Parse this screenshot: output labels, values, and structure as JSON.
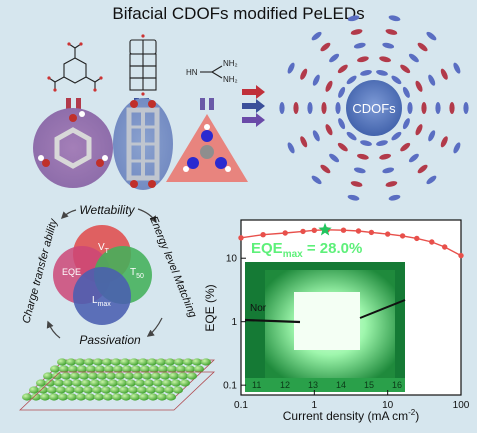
{
  "title": "Bifacial CDOFs modified PeLEDs",
  "molecules": {
    "amine_labels": [
      "HN",
      "NH₂",
      "NH₂"
    ]
  },
  "hub_label": "CDOFs",
  "venn": {
    "center_items": [
      "V",
      "T",
      "EQE",
      "L"
    ],
    "v_sub": "T",
    "t_sub": "50",
    "l_sub": "max",
    "ring": [
      "Wettability",
      "Energy level Matching",
      "Passivation",
      "Charge transfer ability"
    ]
  },
  "chart_data": {
    "type": "line",
    "xlabel": "Current density (mA cm",
    "xlabel_sup": "-2",
    "xlabel_end": ")",
    "ylabel": "EQE (%)",
    "xscale": "log",
    "yscale": "log",
    "xlim": [
      0.1,
      100
    ],
    "ylim": [
      0.07,
      40
    ],
    "x_ticks": [
      "0.1",
      "1",
      "10",
      "100"
    ],
    "y_ticks": [
      "0.1",
      "1",
      "10"
    ],
    "annotation_main": "EQE",
    "annotation_sub": "max",
    "annotation_value": " = 28.0%",
    "photo_ruler": [
      "11",
      "12",
      "13",
      "14",
      "15",
      "16"
    ],
    "photo_label": "Nor",
    "series": [
      {
        "x": [
          0.1,
          0.2,
          0.4,
          0.7,
          1.0,
          1.5,
          2.5,
          4,
          6,
          10,
          16,
          25,
          40,
          60,
          100
        ],
        "y": [
          21.0,
          23.5,
          25.0,
          26.5,
          27.5,
          28.0,
          27.6,
          26.8,
          25.5,
          24.0,
          22.5,
          20.5,
          18.0,
          15.0,
          11.0
        ]
      }
    ],
    "max_point": {
      "x": 1.4,
      "y": 28.0
    }
  },
  "colors": {
    "hub": "#4a6fb8",
    "arm_red": "#b23a4a",
    "arm_blue": "#5a6ec2",
    "curve": "#e8504b",
    "star": "#22c55e",
    "glow": "#5ef07a"
  }
}
